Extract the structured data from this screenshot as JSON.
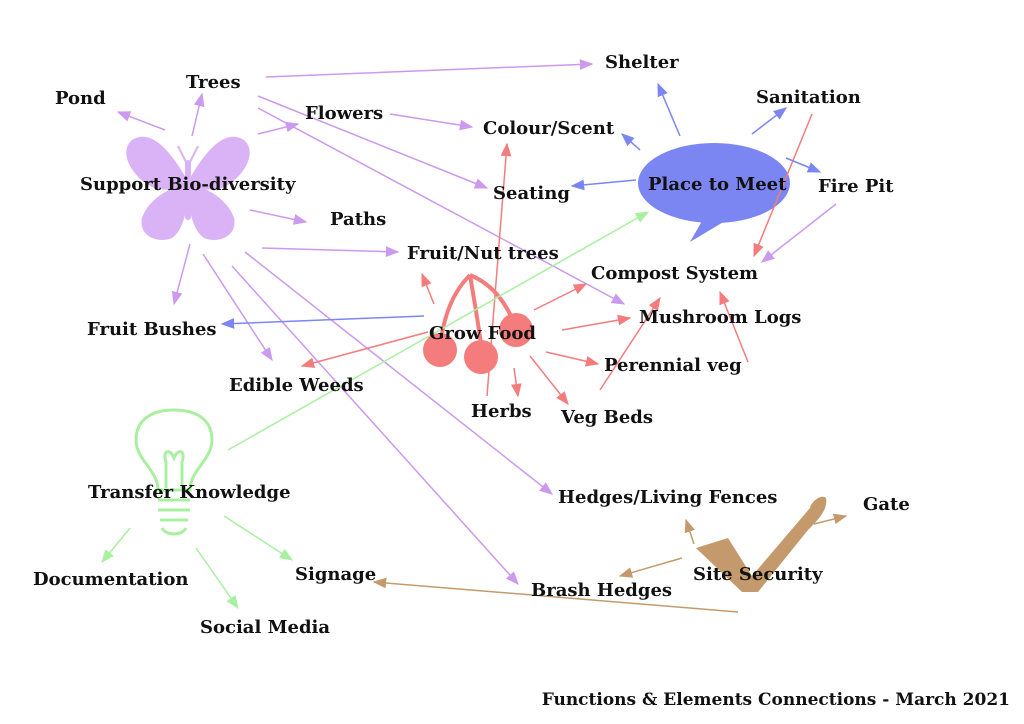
{
  "footer": "Functions & Elements Connections - March 2021",
  "colors": {
    "biodiversity": "#d9b3f5",
    "biodiversity_arrow": "#cc99ee",
    "food": "#f47c7c",
    "meet": "#7b86f2",
    "knowledge": "#a8f0a0",
    "security": "#c49a6c",
    "text": "#111111"
  },
  "labels": {
    "pond": "Pond",
    "trees": "Trees",
    "shelter": "Shelter",
    "sanitation": "Sanitation",
    "flowers": "Flowers",
    "colour_scent": "Colour/Scent",
    "support_biodiversity": "Support Bio-diversity",
    "place_to_meet": "Place to Meet",
    "seating": "Seating",
    "fire_pit": "Fire Pit",
    "paths": "Paths",
    "fruit_nut_trees": "Fruit/Nut trees",
    "compost_system": "Compost System",
    "mushroom_logs": "Mushroom Logs",
    "fruit_bushes": "Fruit Bushes",
    "grow_food": "Grow Food",
    "perennial_veg": "Perennial veg",
    "edible_weeds": "Edible Weeds",
    "herbs": "Herbs",
    "veg_beds": "Veg Beds",
    "transfer_knowledge": "Transfer Knowledge",
    "hedges_living_fences": "Hedges/Living Fences",
    "gate": "Gate",
    "documentation": "Documentation",
    "signage": "Signage",
    "site_security": "Site Security",
    "brash_hedges": "Brash Hedges",
    "social_media": "Social Media"
  },
  "icons": {
    "biodiversity": "butterfly-icon",
    "food": "cherries-icon",
    "meet": "speech-bubble-icon",
    "knowledge": "lightbulb-icon",
    "security": "checkmark-icon"
  }
}
